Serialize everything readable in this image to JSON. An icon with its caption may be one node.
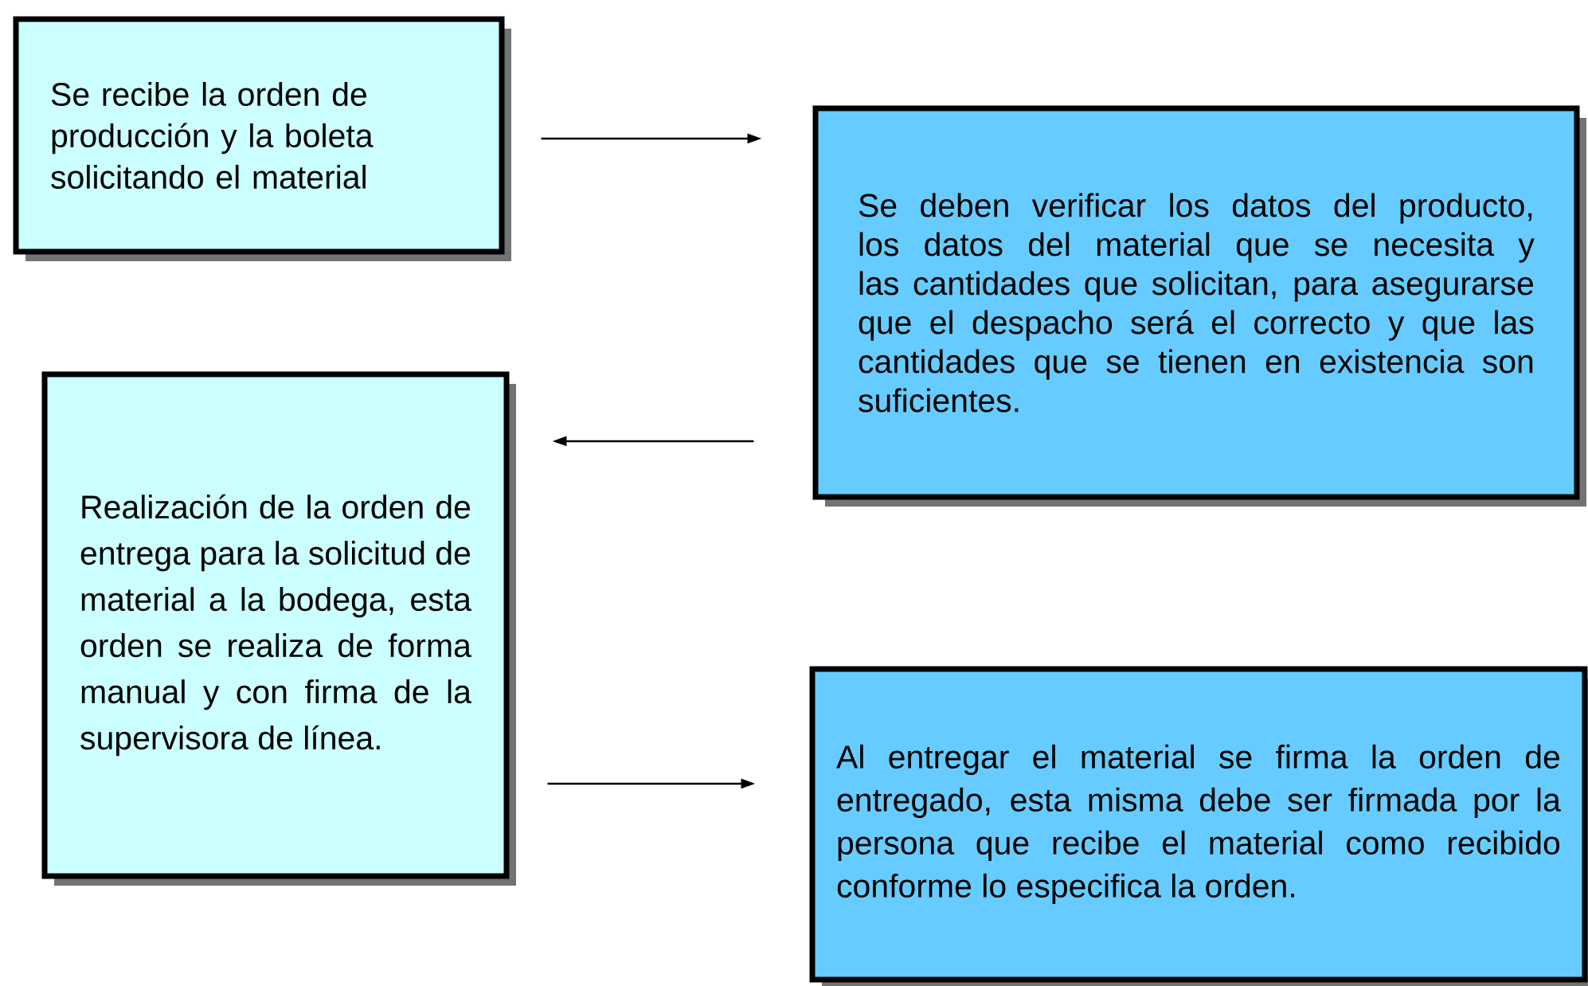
{
  "diagram": {
    "nodes": [
      {
        "text": [
          "Se recibe la orden de producción y la boleta solicitando el material"
        ]
      },
      {
        "text": [
          "Se deben verificar los datos del producto, los datos del material que se necesita y las cantidades que solicitan, para asegurarse que el despacho será el correcto y que las cantidades que se tienen en existencia son suficientes."
        ]
      },
      {
        "text": [
          "Realización de la orden de entrega para la solicitud de material a la bodega, esta orden se realiza de forma manual y con firma de la supervisora de línea."
        ]
      },
      {
        "text": [
          "Al entregar el material se firma la orden de entregado, esta misma debe ser firmada por la persona que recibe el material como recibido conforme lo especifica la orden."
        ]
      }
    ],
    "edges": [
      {
        "from": 0,
        "to": 1,
        "arrow": "to"
      },
      {
        "from": 1,
        "to": 2,
        "arrow": "to"
      },
      {
        "from": 2,
        "to": 3,
        "arrow": "to"
      }
    ]
  }
}
